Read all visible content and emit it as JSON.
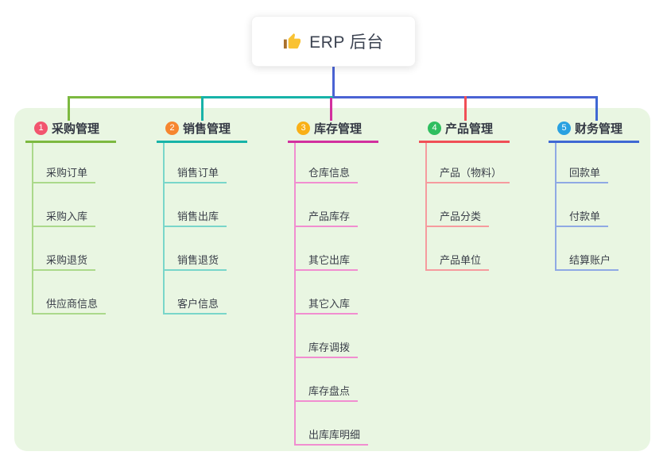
{
  "root": {
    "label": "ERP 后台",
    "icon": "thumbs-up-icon",
    "icon_hand_color": "#f9c233",
    "icon_cuff_color": "#a9702c",
    "connector_color": "#4a63d4"
  },
  "canvas": {
    "page_background": "#ffffff",
    "panel_background": "#e9f6e2"
  },
  "branches": [
    {
      "number": "1",
      "label": "采购管理",
      "badge_color": "#f2556e",
      "line_color": "#7cb940",
      "child_line_color": "#abd98b",
      "children": [
        "采购订单",
        "采购入库",
        "采购退货",
        "供应商信息"
      ]
    },
    {
      "number": "2",
      "label": "销售管理",
      "badge_color": "#f6862f",
      "line_color": "#17b3a8",
      "child_line_color": "#79d6ca",
      "children": [
        "销售订单",
        "销售出库",
        "销售退货",
        "客户信息"
      ]
    },
    {
      "number": "3",
      "label": "库存管理",
      "badge_color": "#f9b017",
      "line_color": "#d2309e",
      "child_line_color": "#f18ed0",
      "children": [
        "仓库信息",
        "产品库存",
        "其它出库",
        "其它入库",
        "库存调拨",
        "库存盘点",
        "出库库明细"
      ]
    },
    {
      "number": "4",
      "label": "产品管理",
      "badge_color": "#2fbe5f",
      "line_color": "#f04f56",
      "child_line_color": "#f69b9e",
      "children": [
        "产品（物料）",
        "产品分类",
        "产品单位"
      ]
    },
    {
      "number": "5",
      "label": "财务管理",
      "badge_color": "#29a1e1",
      "line_color": "#3f68d3",
      "child_line_color": "#8fa9e4",
      "children": [
        "回款单",
        "付款单",
        "结算账户"
      ]
    }
  ]
}
